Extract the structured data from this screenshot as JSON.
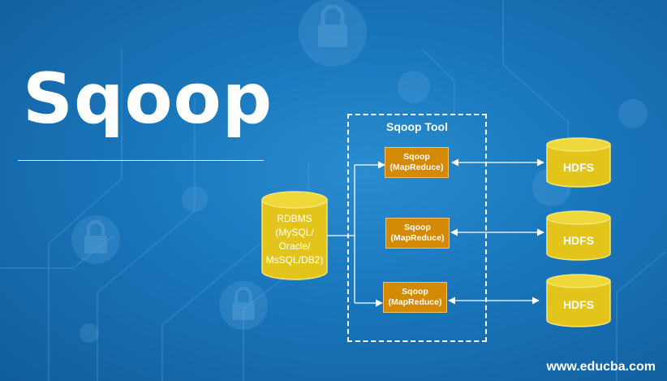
{
  "title": "Sqoop",
  "tool_label": "Sqoop Tool",
  "source": {
    "label": "RDBMS\n(MySQL/\nOracle/\nMsSQL/DB2)"
  },
  "workers": [
    {
      "label": "Sqoop\n(MapReduce)"
    },
    {
      "label": "Sqoop\n(MapReduce)"
    },
    {
      "label": "Sqoop\n(MapReduce)"
    }
  ],
  "targets": [
    {
      "label": "HDFS"
    },
    {
      "label": "HDFS"
    },
    {
      "label": "HDFS"
    }
  ],
  "watermark": "www.educba.com",
  "colors": {
    "background": "#1a78bd",
    "cylinder_fill": "#e8cf1f",
    "worker_fill": "#d48a05",
    "text": "#ffffff"
  }
}
